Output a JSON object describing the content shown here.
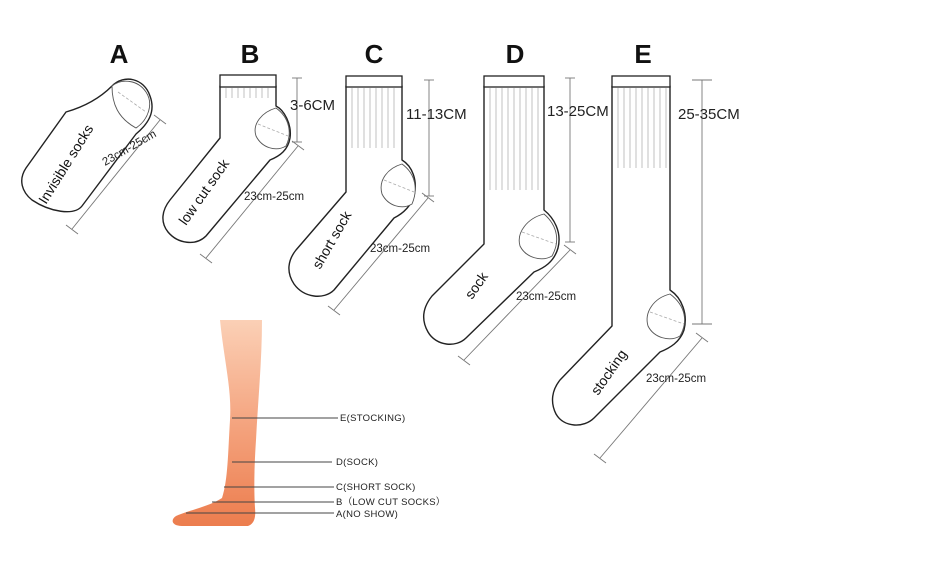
{
  "socks": [
    {
      "letter": "A",
      "name": "Invisible socks",
      "length": "23cm-25cm",
      "height": ""
    },
    {
      "letter": "B",
      "name": "low cut sock",
      "length": "23cm-25cm",
      "height": "3-6CM"
    },
    {
      "letter": "C",
      "name": "short sock",
      "length": "23cm-25cm",
      "height": "11-13CM"
    },
    {
      "letter": "D",
      "name": "sock",
      "length": "23cm-25cm",
      "height": "13-25CM"
    },
    {
      "letter": "E",
      "name": "stocking",
      "length": "23cm-25cm",
      "height": "25-35CM"
    }
  ],
  "leg_legend": [
    {
      "label": "E(STOCKING)"
    },
    {
      "label": "D(SOCK)"
    },
    {
      "label": "C(SHORT SOCK)"
    },
    {
      "label": "B（LOW CUT SOCKS）"
    },
    {
      "label": "A(NO SHOW)"
    }
  ],
  "colors": {
    "skin_top": "#f9c3a3",
    "skin_bottom": "#ee8052",
    "outline": "#222222"
  }
}
